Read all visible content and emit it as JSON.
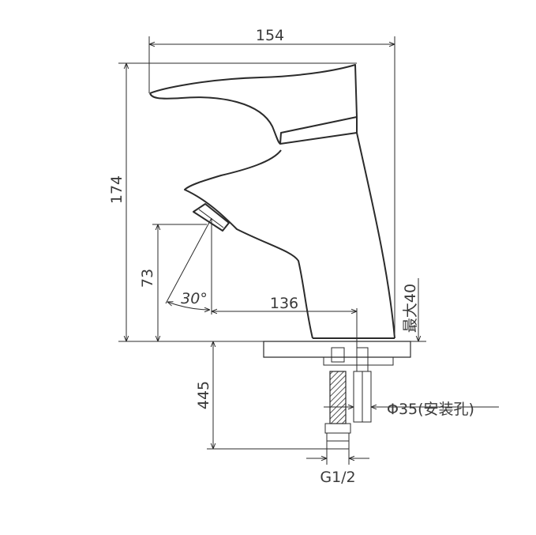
{
  "dimensions": {
    "width_top": "154",
    "height_total": "174",
    "spout_height": "73",
    "spout_angle": "30°",
    "spout_reach": "136",
    "max_deck": "最大40",
    "hose_length": "445",
    "mount_hole": "Φ35(安装孔)",
    "thread": "G1/2"
  },
  "colors": {
    "line": "#2b2b2b",
    "text": "#3a3a3a",
    "background": "#ffffff"
  }
}
